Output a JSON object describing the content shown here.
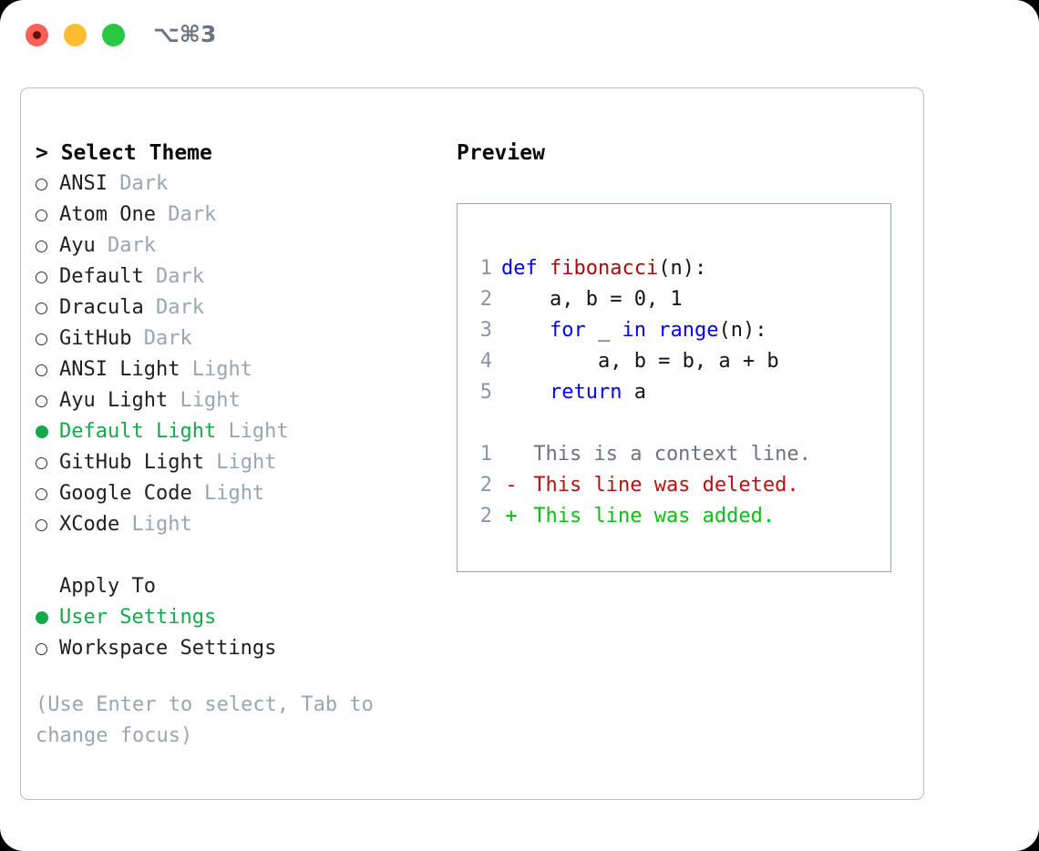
{
  "titlebar": {
    "shortcut": "⌥⌘3",
    "buttons": {
      "close": "close",
      "minimize": "minimize",
      "maximize": "maximize"
    }
  },
  "theme_picker": {
    "heading": "> Select Theme",
    "options": [
      {
        "name": "ANSI",
        "category": "Dark",
        "selected": false
      },
      {
        "name": "Atom One",
        "category": "Dark",
        "selected": false
      },
      {
        "name": "Ayu",
        "category": "Dark",
        "selected": false
      },
      {
        "name": "Default",
        "category": "Dark",
        "selected": false
      },
      {
        "name": "Dracula",
        "category": "Dark",
        "selected": false
      },
      {
        "name": "GitHub",
        "category": "Dark",
        "selected": false
      },
      {
        "name": "ANSI Light",
        "category": "Light",
        "selected": false
      },
      {
        "name": "Ayu Light",
        "category": "Light",
        "selected": false
      },
      {
        "name": "Default Light",
        "category": "Light",
        "selected": true
      },
      {
        "name": "GitHub Light",
        "category": "Light",
        "selected": false
      },
      {
        "name": "Google Code",
        "category": "Light",
        "selected": false
      },
      {
        "name": "XCode",
        "category": "Light",
        "selected": false
      }
    ]
  },
  "apply_to": {
    "heading": "Apply To",
    "options": [
      {
        "name": "User Settings",
        "selected": true
      },
      {
        "name": "Workspace Settings",
        "selected": false
      }
    ]
  },
  "hint": "(Use Enter to select, Tab to change focus)",
  "preview": {
    "heading": "Preview",
    "code_lines": [
      {
        "lineno": "1",
        "tokens": [
          {
            "t": "def",
            "c": "kw"
          },
          {
            "t": " ",
            "c": "pl"
          },
          {
            "t": "fibonacci",
            "c": "fn"
          },
          {
            "t": "(n):",
            "c": "pl"
          }
        ]
      },
      {
        "lineno": "2",
        "tokens": [
          {
            "t": "    a, b = 0, 1",
            "c": "pl"
          }
        ]
      },
      {
        "lineno": "3",
        "tokens": [
          {
            "t": "    ",
            "c": "pl"
          },
          {
            "t": "for",
            "c": "kw"
          },
          {
            "t": " _ ",
            "c": "pl"
          },
          {
            "t": "in",
            "c": "kw"
          },
          {
            "t": " ",
            "c": "pl"
          },
          {
            "t": "range",
            "c": "kw"
          },
          {
            "t": "(n):",
            "c": "pl"
          }
        ]
      },
      {
        "lineno": "4",
        "tokens": [
          {
            "t": "        a, b = b, a + b",
            "c": "pl"
          }
        ]
      },
      {
        "lineno": "5",
        "tokens": [
          {
            "t": "    ",
            "c": "pl"
          },
          {
            "t": "return",
            "c": "kw"
          },
          {
            "t": " a",
            "c": "pl"
          }
        ]
      }
    ],
    "diff_lines": [
      {
        "lineno": "1",
        "marker": " ",
        "text": "This is a context line.",
        "kind": "diff-ctx"
      },
      {
        "lineno": "2",
        "marker": "-",
        "text": "This line was deleted.",
        "kind": "diff-del"
      },
      {
        "lineno": "2",
        "marker": "+",
        "text": "This line was added.",
        "kind": "diff-add"
      }
    ]
  },
  "colors": {
    "accent_green": "#15a84b",
    "muted_gray": "#9aa5b1",
    "keyword_blue": "#0000ff",
    "function_red": "#a01010",
    "diff_added": "#0bbf16",
    "diff_deleted": "#b81111",
    "border": "#b6bdc6"
  }
}
